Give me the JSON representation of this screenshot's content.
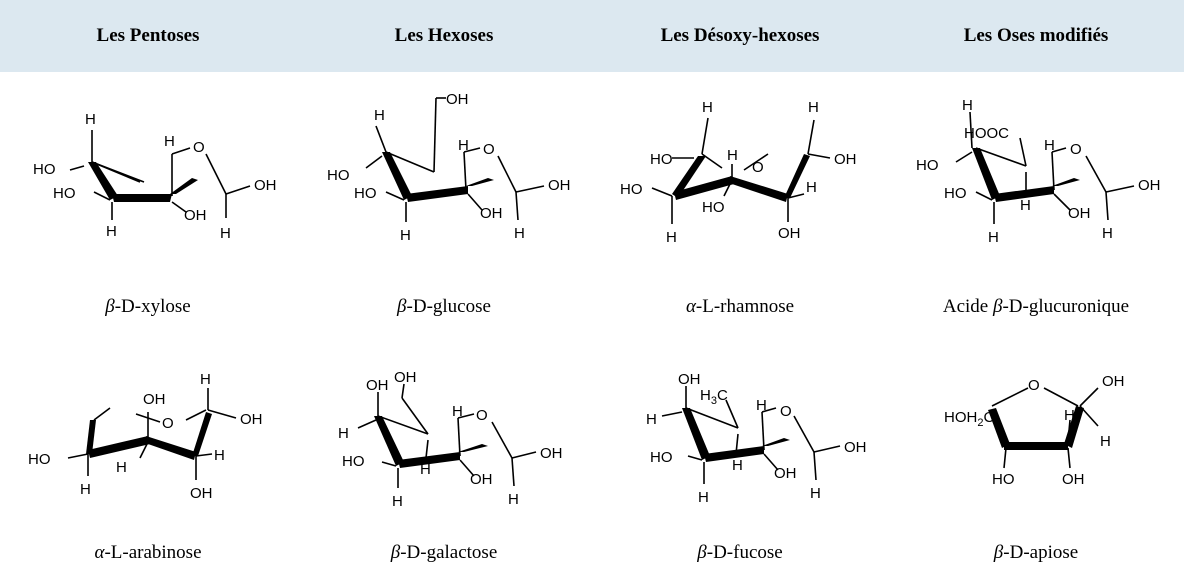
{
  "columns": [
    {
      "title": "Les Pentoses"
    },
    {
      "title": "Les Hexoses"
    },
    {
      "title": "Les Désoxy-hexoses"
    },
    {
      "title": "Les Oses modifiés"
    }
  ],
  "row1": [
    {
      "prefix": "β",
      "name": "-D-xylose"
    },
    {
      "prefix": "β",
      "name": "-D-glucose"
    },
    {
      "prefix": "α",
      "name": "-L-rhamnose"
    },
    {
      "lead": "Acide ",
      "prefix": "β",
      "name": "-D-glucuronique"
    }
  ],
  "row2": [
    {
      "prefix": "α",
      "name": "-L-arabinose"
    },
    {
      "prefix": "β",
      "name": "-D-galactose"
    },
    {
      "prefix": "β",
      "name": "-D-fucose"
    },
    {
      "prefix": "β",
      "name": "-D-apiose"
    }
  ],
  "labels": {
    "h": "H",
    "o": "O",
    "oh": "OH",
    "ho": "HO",
    "hooc": "HOOC",
    "h3c": "H",
    "h3c_sub": "3",
    "h3c_c": "C",
    "hoh2c": "HOH",
    "hoh2c_sub": "2",
    "hoh2c_c": "C"
  }
}
